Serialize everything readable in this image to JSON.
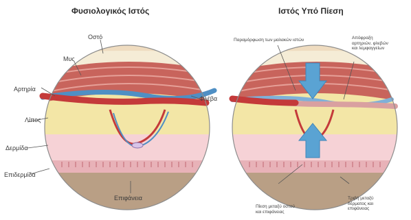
{
  "left_panel": {
    "title": "Φυσιολογικός Ιστός",
    "labels": {
      "bone": "Οστό",
      "muscle": "Μυς",
      "artery": "Αρτηρία",
      "vein": "Φλέβα",
      "fat": "Λίπος",
      "dermis": "Δερμίδα",
      "epidermis": "Επιδερμίδα",
      "surface": "Επιφάνεια"
    }
  },
  "right_panel": {
    "title": "Ιστός Υπό Πίεση",
    "labels": {
      "deformation": "Παραμόρφωση των μαλακών ιστών",
      "occlusion": "Απόφραξη\nαρτηριών, φλεβών\nκαι λεμφαγγείων",
      "pressure": "Πίεση μεταξύ οστού\nκαι επιφάνειας",
      "friction": "Τριβή μεταξύ\nδέρματος και\nεπιφάνειας"
    }
  },
  "colors": {
    "bone": "#f5ecd6",
    "muscle": "#c8645c",
    "artery": "#c43a3a",
    "vein": "#4f8fc4",
    "fat": "#f3e6a6",
    "dermis": "#f6d2d6",
    "epidermis": "#e8b2b8",
    "surface": "#b99f85",
    "arrow": "#5aa3d3"
  }
}
